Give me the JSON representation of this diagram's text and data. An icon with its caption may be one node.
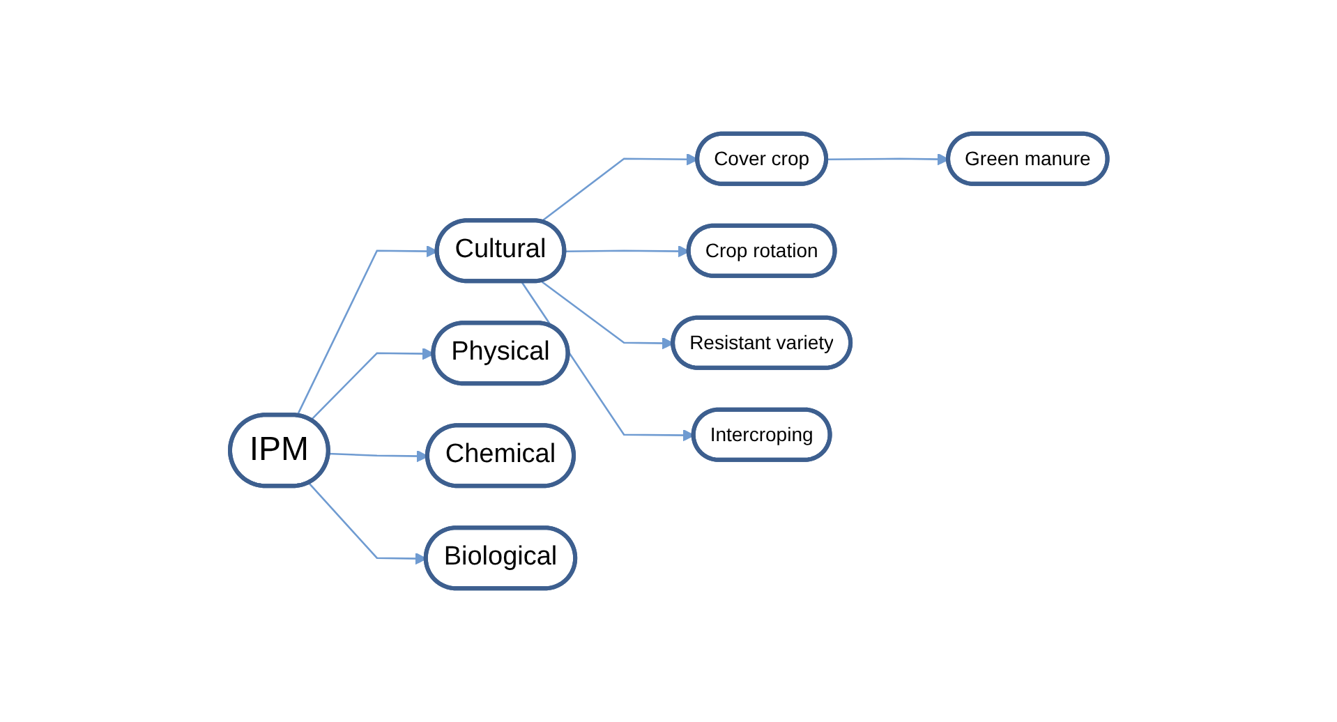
{
  "diagram": {
    "nodes": [
      {
        "text": [
          "IPM"
        ]
      },
      {
        "text": [
          "Cultural"
        ]
      },
      {
        "text": [
          "Cover crop"
        ]
      },
      {
        "text": [
          "Green manure"
        ]
      },
      {
        "text": [
          "Crop rotation"
        ]
      },
      {
        "text": [
          "Resistant variety"
        ]
      },
      {
        "text": [
          "Intercroping"
        ]
      },
      {
        "text": [
          "Physical"
        ]
      },
      {
        "text": [
          "Chemical"
        ]
      },
      {
        "text": [
          "Biological"
        ]
      }
    ],
    "edges": [
      {
        "from": 0,
        "to": 1,
        "arrow": "to"
      },
      {
        "from": 1,
        "to": 2,
        "arrow": "to"
      },
      {
        "from": 2,
        "to": 3,
        "arrow": "to"
      },
      {
        "from": 1,
        "to": 4,
        "arrow": "to"
      },
      {
        "from": 1,
        "to": 5,
        "arrow": "to"
      },
      {
        "from": 1,
        "to": 6,
        "arrow": "to"
      },
      {
        "from": 0,
        "to": 7,
        "arrow": "to"
      },
      {
        "from": 0,
        "to": 8,
        "arrow": "to"
      },
      {
        "from": 0,
        "to": 9,
        "arrow": "to"
      }
    ]
  }
}
